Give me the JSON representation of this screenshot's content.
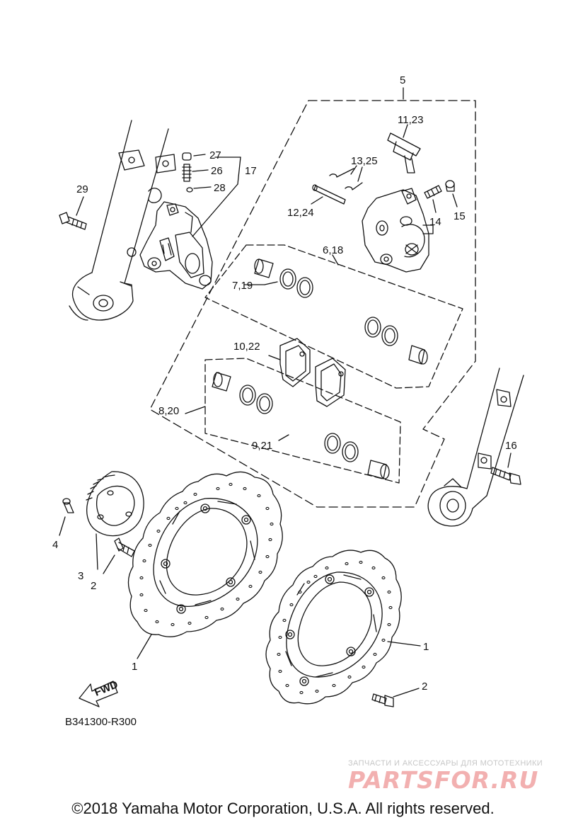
{
  "diagram_code": "B341300-R300",
  "fwd_label": "FWD",
  "callouts": {
    "c1a": "1",
    "c1b": "1",
    "c2a": "2",
    "c2b": "2",
    "c3": "3",
    "c4": "4",
    "c5": "5",
    "c6_18": "6,18",
    "c7_19": "7,19",
    "c8_20": "8,20",
    "c9_21": "9,21",
    "c10_22": "10,22",
    "c11_23": "11,23",
    "c12_24": "12,24",
    "c13_25": "13,25",
    "c14": "14",
    "c15": "15",
    "c16": "16",
    "c17": "17",
    "c26": "26",
    "c27": "27",
    "c28": "28",
    "c29": "29"
  },
  "watermark": {
    "tagline": "ЗАПЧАСТИ И АКСЕССУАРЫ ДЛЯ МОТОТЕХНИКИ",
    "brand": "PARTSFOR.RU"
  },
  "copyright": "©2018 Yamaha Motor Corporation, U.S.A. All rights reserved."
}
